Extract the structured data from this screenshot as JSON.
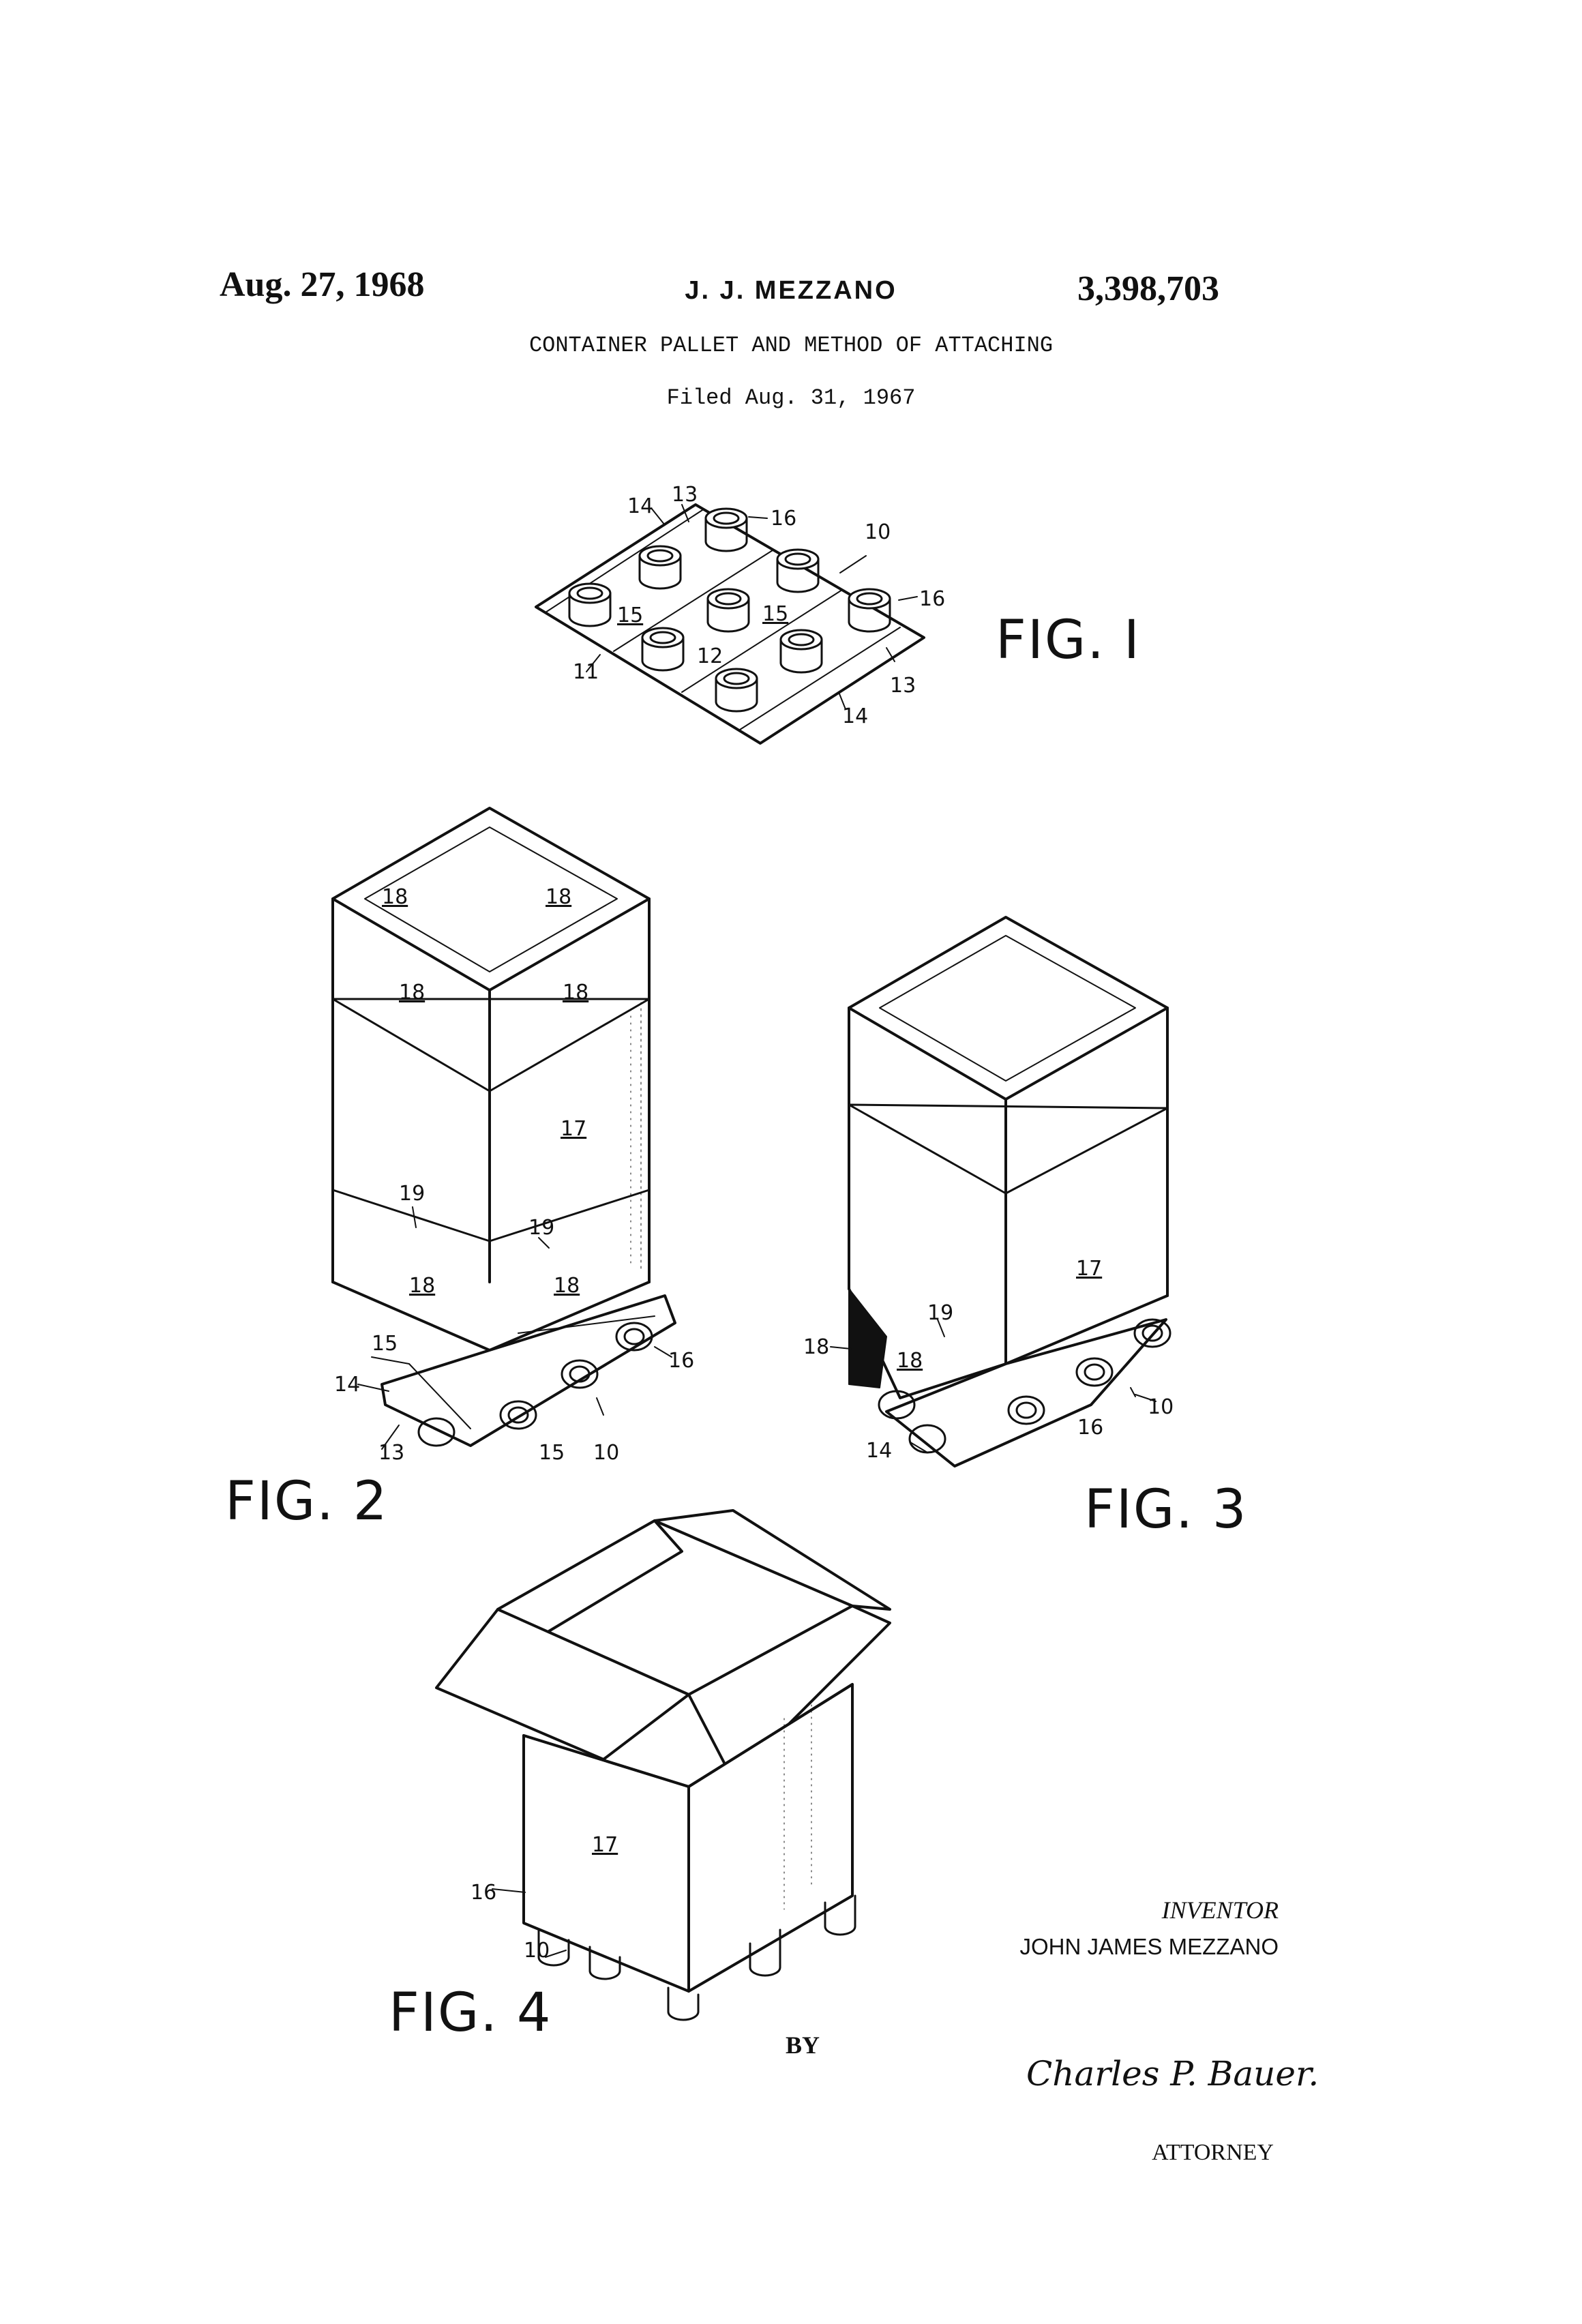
{
  "header": {
    "date": "Aug. 27, 1968",
    "inventor": "J. J. MEZZANO",
    "patent_number": "3,398,703",
    "title": "CONTAINER PALLET AND METHOD OF ATTACHING",
    "filed": "Filed Aug. 31, 1967"
  },
  "figures": {
    "fig1": {
      "label": "FIG. I",
      "refs": [
        "14",
        "13",
        "16",
        "10",
        "16",
        "15",
        "15",
        "12",
        "11",
        "13",
        "14"
      ]
    },
    "fig2": {
      "label": "FIG. 2",
      "refs": [
        "18",
        "18",
        "18",
        "18",
        "17",
        "19",
        "19",
        "18",
        "18",
        "15",
        "14",
        "16",
        "13",
        "15",
        "10"
      ]
    },
    "fig3": {
      "label": "FIG. 3",
      "refs": [
        "17",
        "19",
        "18",
        "18",
        "16",
        "10",
        "14"
      ]
    },
    "fig4": {
      "label": "FIG. 4",
      "refs": [
        "17",
        "16",
        "10"
      ]
    }
  },
  "inventor_block": {
    "label": "INVENTOR",
    "name": "JOHN JAMES MEZZANO"
  },
  "by": "BY",
  "signature": "Charles P. Bauer.",
  "attorney": "ATTORNEY"
}
